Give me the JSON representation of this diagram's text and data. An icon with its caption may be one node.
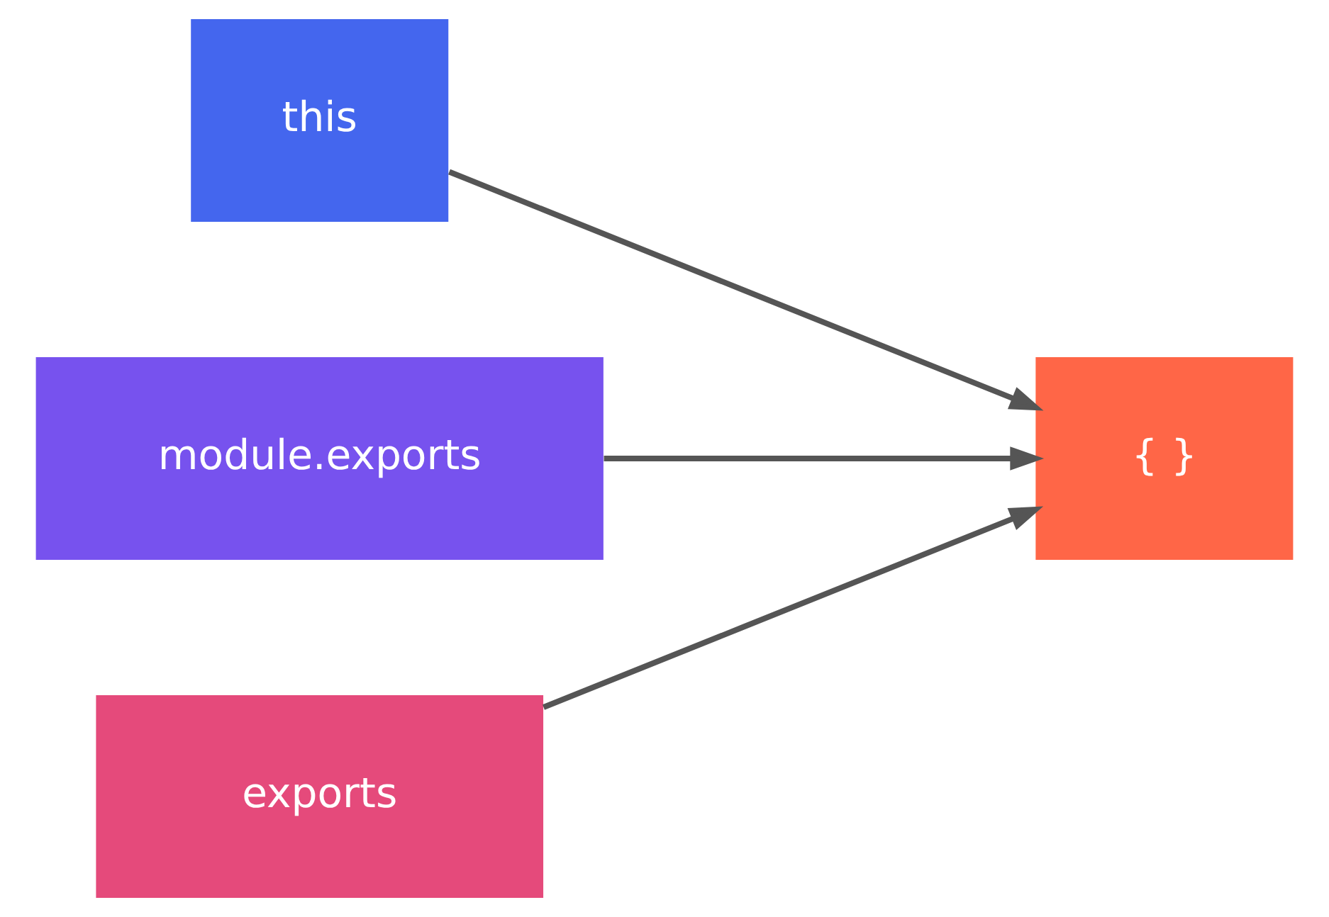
{
  "diagram": {
    "nodes": [
      {
        "text": [
          "this"
        ]
      },
      {
        "text": [
          "module.exports"
        ]
      },
      {
        "text": [
          "exports"
        ]
      },
      {
        "text": [
          "{ }"
        ]
      }
    ],
    "edges": [
      {
        "from": 0,
        "to": 3,
        "arrow": "to"
      },
      {
        "from": 1,
        "to": 3,
        "arrow": "to"
      },
      {
        "from": 2,
        "to": 3,
        "arrow": "to"
      }
    ]
  }
}
